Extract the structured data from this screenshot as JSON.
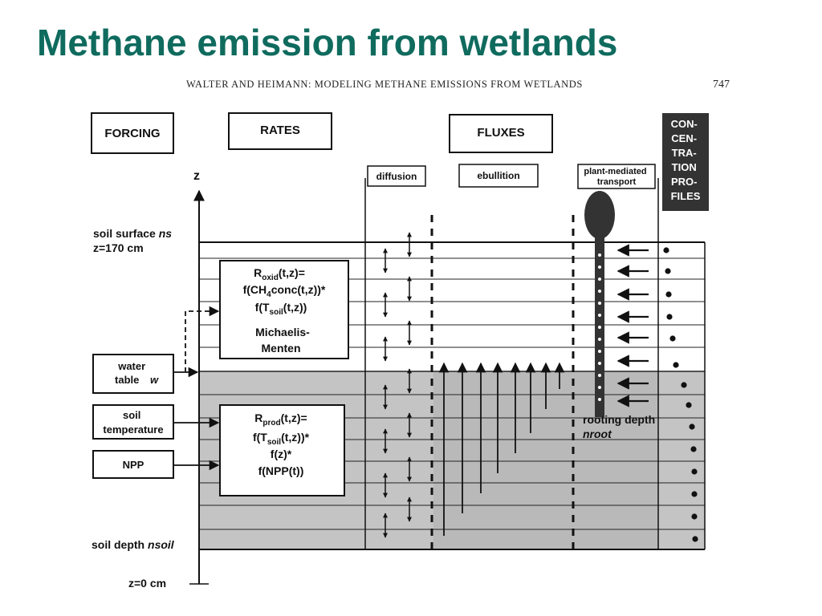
{
  "slide": {
    "title": "Methane emission from wetlands",
    "page_header": "WALTER AND HEIMANN: MODELING METHANE EMISSIONS FROM WETLANDS",
    "page_number": "747"
  },
  "colors": {
    "title": "#0f6b5e",
    "concentration_box": "#333333",
    "saturated_soil": "#c4c4c4",
    "line": "#111111"
  },
  "headers": {
    "forcing": "FORCING",
    "rates": "RATES",
    "fluxes": "FLUXES",
    "concentration_profiles": [
      "CON-",
      "CEN-",
      "TRA-",
      "TION",
      "PRO-",
      "FILES"
    ]
  },
  "flux_labels": {
    "diffusion": "diffusion",
    "ebullition": "ebullition",
    "plant_transport": [
      "plant-mediated",
      "transport"
    ]
  },
  "axis": {
    "name": "z",
    "soil_surface": [
      "soil surface",
      "ns"
    ],
    "surface_depth": "z=170 cm",
    "soil_depth": [
      "soil depth",
      "nsoil"
    ],
    "bottom_depth": "z=0 cm"
  },
  "forcing_inputs": {
    "water_table": [
      "water",
      "table",
      "w"
    ],
    "soil_temperature": [
      "soil",
      "temperature"
    ],
    "npp": "NPP"
  },
  "oxidation_box": {
    "line1": [
      "R",
      "oxid",
      "(t,z)="
    ],
    "line2": [
      "f(CH",
      "4",
      "conc(t,z))*"
    ],
    "line3": [
      "f(T",
      "soil",
      "(t,z))"
    ],
    "line4": "Michaelis-",
    "line5": "Menten"
  },
  "production_box": {
    "line1": [
      "R",
      "prod",
      "(t,z)="
    ],
    "line2": [
      "f(T",
      "soil",
      "(t,z))*"
    ],
    "line3": "f(z)*",
    "line4": "f(NPP(t))"
  },
  "rooting": {
    "label": "rooting depth",
    "symbol": "nroot"
  }
}
